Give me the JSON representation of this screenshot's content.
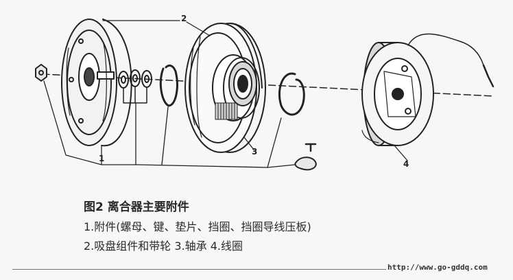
{
  "callouts": {
    "c1": "1",
    "c2": "2",
    "c3": "3",
    "c4": "4"
  },
  "caption": {
    "title": "图2  离合器主要附件",
    "line1": "1.附件(螺母、键、垫片、挡圈、挡圈导线压板)",
    "line2": "2.吸盘组件和带轮    3.轴承    4.线圈"
  },
  "watermark": "http://www.go-gddq.com"
}
